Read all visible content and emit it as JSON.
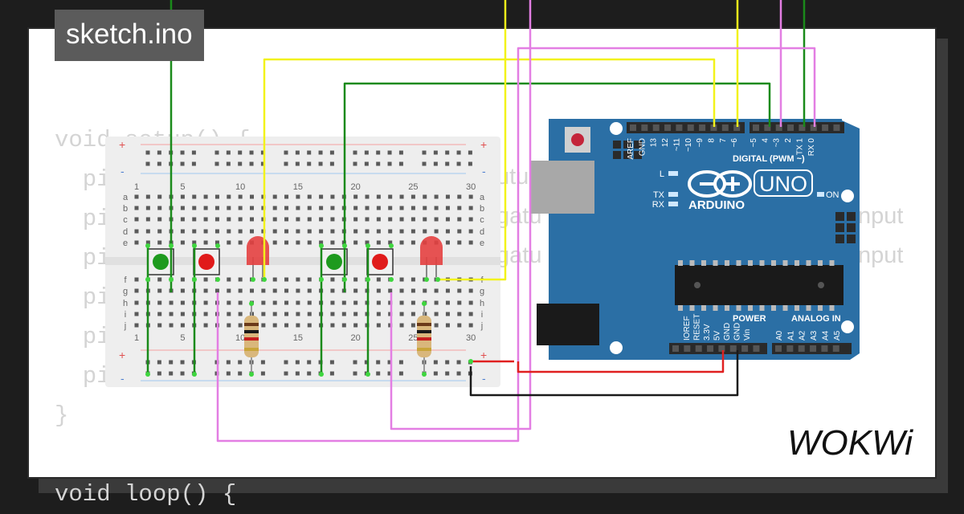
{
  "project": {
    "title": "sketch.ino"
  },
  "code_lines": [
    "void setup() {",
    "  pinMode(...);",
    "  pinMode(...);",
    "  pinMode(...);",
    "  pinMode(...);",
    "  pinMode(...);",
    "  pinMode(...);",
    "}",
    "",
    "void loop() {"
  ],
  "code_fragments": [
    "utu",
    "gatu",
    "gatu",
    "nput",
    "nput"
  ],
  "breadboard": {
    "column_labels": [
      "1",
      "5",
      "10",
      "15",
      "20",
      "25",
      "30"
    ],
    "row_labels_top": [
      "a",
      "b",
      "c",
      "d",
      "e"
    ],
    "row_labels_bottom": [
      "f",
      "g",
      "h",
      "i",
      "j"
    ],
    "plus": "+",
    "minus": "-"
  },
  "arduino": {
    "digital_pins": [
      "AREF",
      "GND",
      "13",
      "12",
      "~11",
      "~10",
      "~9",
      "8",
      "7",
      "~6",
      "~5",
      "4",
      "~3",
      "2",
      "TX 1",
      "RX 0"
    ],
    "digital_label": "DIGITAL (PWM ~)",
    "led_labels": [
      "L",
      "TX",
      "RX"
    ],
    "on_label": "ON",
    "brand": "ARDUINO",
    "model": "UNO",
    "power_label": "POWER",
    "analog_label": "ANALOG IN",
    "power_pins": [
      "IOREF",
      "RESET",
      "3.3V",
      "5V",
      "GND",
      "GND",
      "Vin"
    ],
    "analog_pins": [
      "A0",
      "A1",
      "A2",
      "A3",
      "A4",
      "A5"
    ]
  },
  "components": {
    "buttons": [
      "green",
      "red",
      "green",
      "red"
    ],
    "leds": [
      "red",
      "red"
    ],
    "resistors": 2
  },
  "colors": {
    "wire_green": "#1a8a1a",
    "wire_yellow": "#f2f21a",
    "wire_pink": "#e37ee3",
    "wire_red": "#e02020",
    "wire_black": "#1a1a1a",
    "arduino_blue": "#2b6fa5"
  },
  "brand": {
    "logo_text": "WOKWi"
  }
}
